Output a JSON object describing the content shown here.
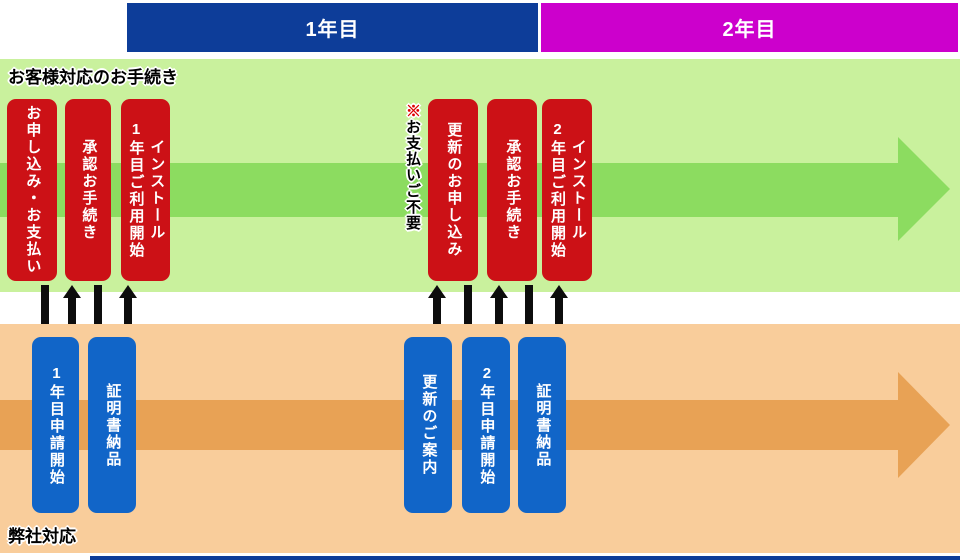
{
  "header": {
    "year1_label": "1年目",
    "year2_label": "2年目"
  },
  "customer_lane": {
    "label": "お客様対応のお手続き",
    "steps": [
      {
        "lines": [
          "お申し込み・お支払い"
        ]
      },
      {
        "lines": [
          "承認お手続き"
        ]
      },
      {
        "lines": [
          "インストール",
          "1年目ご利用開始"
        ]
      },
      {
        "lines": [
          "更新のお申し込み"
        ]
      },
      {
        "lines": [
          "承認お手続き"
        ]
      },
      {
        "lines": [
          "インストール",
          "2年目ご利用開始"
        ]
      }
    ],
    "note": {
      "mark": "※",
      "text": "お支払いご不要"
    }
  },
  "company_lane": {
    "label": "弊社対応",
    "steps": [
      {
        "lines": [
          "1年目申請開始"
        ]
      },
      {
        "lines": [
          "証明書納品"
        ]
      },
      {
        "lines": [
          "更新のご案内"
        ]
      },
      {
        "lines": [
          "2年目申請開始"
        ]
      },
      {
        "lines": [
          "証明書納品"
        ]
      }
    ]
  },
  "colors": {
    "year1_bar": "#0d3d99",
    "year2_bar": "#cc00cc",
    "customer_band": "#c9f19d",
    "customer_arrow": "#8cdc60",
    "company_band": "#f9cd9b",
    "company_arrow": "#e8a255",
    "customer_step": "#cc1116",
    "company_step": "#1165c8",
    "connector_arrow": "#0d0d0d",
    "note_mark": "#dd0000"
  }
}
